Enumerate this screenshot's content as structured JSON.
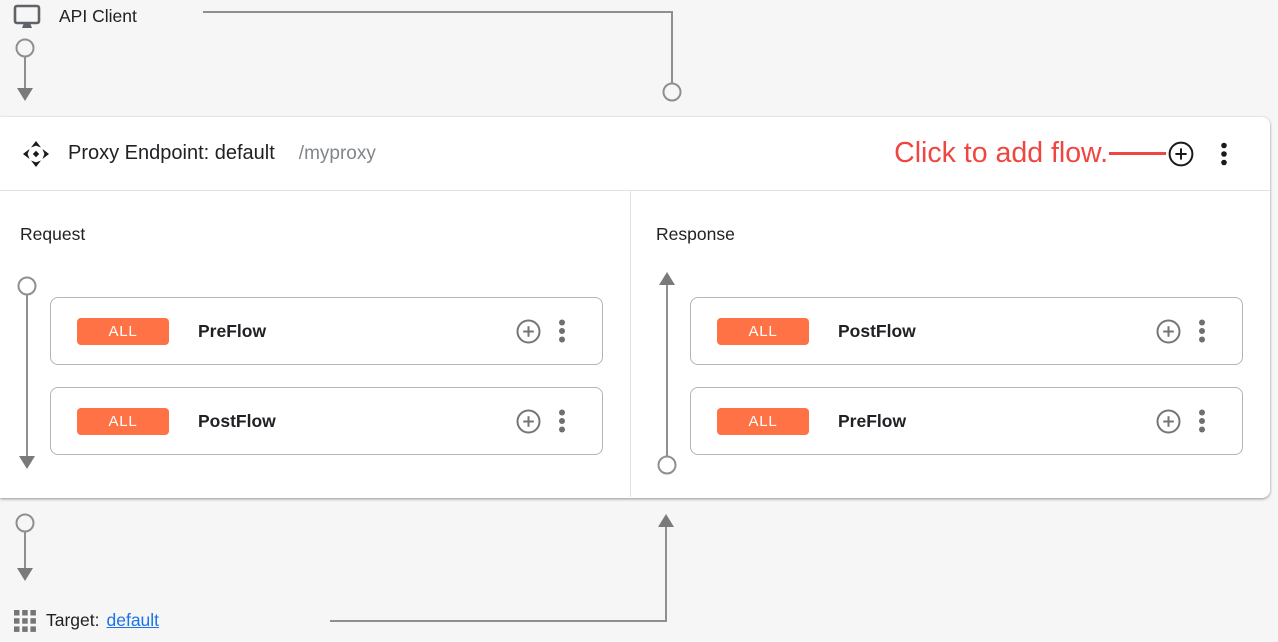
{
  "colors": {
    "annotation_red": "#ef4641",
    "badge_orange": "#ff7246",
    "link_blue": "#1a73e8"
  },
  "api_client": {
    "icon": "monitor-icon",
    "label": "API Client"
  },
  "proxy_endpoint": {
    "icon": "proxy-endpoint-icon",
    "title": "Proxy Endpoint: default",
    "base_path": "/myproxy",
    "annotation": "Click to add flow.",
    "add_flow_icon": "add-circle-icon",
    "menu_icon": "kebab-menu-icon",
    "request": {
      "title": "Request",
      "flows": [
        {
          "badge": "ALL",
          "name": "PreFlow"
        },
        {
          "badge": "ALL",
          "name": "PostFlow"
        }
      ]
    },
    "response": {
      "title": "Response",
      "flows": [
        {
          "badge": "ALL",
          "name": "PostFlow"
        },
        {
          "badge": "ALL",
          "name": "PreFlow"
        }
      ]
    }
  },
  "target": {
    "icon": "grid-icon",
    "label": "Target:",
    "link": "default"
  }
}
